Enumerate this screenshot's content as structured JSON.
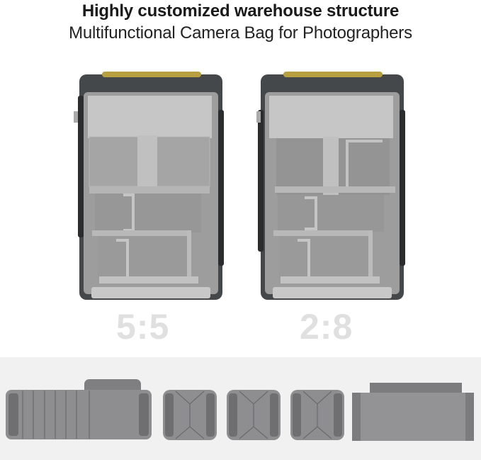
{
  "header": {
    "title": "Highly customized warehouse structure",
    "subtitle": "Multifunctional Camera Bag for Photographers"
  },
  "bags": [
    {
      "label": "5:5",
      "layout": "half-half"
    },
    {
      "label": "2:8",
      "layout": "two-eight"
    }
  ],
  "dividers": [
    {
      "name": "long-folding-divider"
    },
    {
      "name": "folding-divider-1"
    },
    {
      "name": "folding-divider-2"
    },
    {
      "name": "folding-divider-3"
    },
    {
      "name": "top-shelf-divider"
    }
  ],
  "colors": {
    "bag_body": "#4a4d50",
    "bag_lining": "#a9a9a9",
    "accent_top": "#b8a040",
    "ratio_text": "#e0e0e0",
    "divider": "#8c8c8e",
    "strip_bg": "#f1f1f1"
  }
}
